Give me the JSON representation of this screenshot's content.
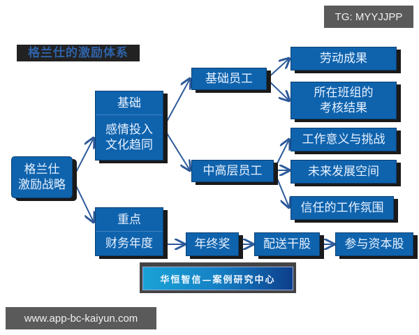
{
  "watermark_top": "TG: MYYJJPP",
  "watermark_bottom": "www.app-bc-kaiyun.com",
  "title": "格兰仕的激励体系",
  "root": {
    "line1": "格兰仕",
    "line2": "激励战略"
  },
  "foundation": {
    "header": "基础",
    "line1": "感情投入",
    "line2": "文化趋同"
  },
  "focus": {
    "header": "重点",
    "body": "财务年度"
  },
  "basic_staff": {
    "label": "基础员工",
    "children": [
      "劳动成果",
      "所在班组的",
      "考核结果"
    ]
  },
  "senior_staff": {
    "label": "中高层员工",
    "children": [
      "工作意义与挑战",
      "未来发展空间",
      "信任的工作氛围"
    ]
  },
  "finance_chain": [
    "年终奖",
    "配送干股",
    "参与资本股"
  ],
  "footer": "华恒智信—案例研究中心",
  "colors": {
    "box": "#0f63ad",
    "shadow": "#1a1a1a",
    "arrow": "#2c5a9a",
    "title_text": "#2f62a8"
  }
}
